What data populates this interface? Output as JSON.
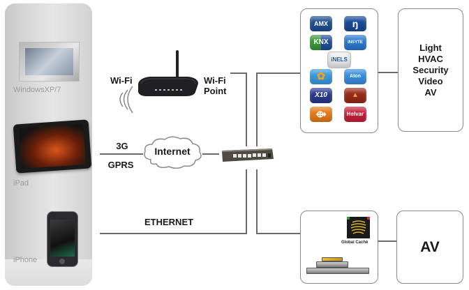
{
  "devices": {
    "windows_label": "WindowsXP/7",
    "ipad_label": "iPad",
    "iphone_label": "iPhone"
  },
  "connections": {
    "wifi_label": "Wi-Fi",
    "wifi_point_label_line1": "Wi-Fi",
    "wifi_point_label_line2": "Point",
    "mobile_label_line1": "3G",
    "mobile_label_line2": "GPRS",
    "internet_label": "Internet",
    "ethernet_label": "ETHERNET"
  },
  "logos": [
    {
      "name": "AMX",
      "text": "AMX",
      "color": "#1f4f8f"
    },
    {
      "name": "Lutron-style",
      "text": "ŋ",
      "color": "#1a4a9a"
    },
    {
      "name": "KNX",
      "text": "KNX",
      "color": "#2f8a3a"
    },
    {
      "name": "INSYTE",
      "text": "INSYTE",
      "color": "#2a7ad0"
    },
    {
      "name": "iNELS",
      "text": "iNELS",
      "color": "#e8e8e8"
    },
    {
      "name": "Flower",
      "text": "✿",
      "color": "#3a9ae0"
    },
    {
      "name": "Aton",
      "text": "Aton",
      "color": "#3a8ee0"
    },
    {
      "name": "X10",
      "text": "X10",
      "color": "#2a3a8f"
    },
    {
      "name": "Roof",
      "text": "▲",
      "color": "#9a2a1a"
    },
    {
      "name": "Orange",
      "text": "⟴",
      "color": "#e87a1a"
    },
    {
      "name": "Helvar",
      "text": "Helvar",
      "color": "#c8203a"
    }
  ],
  "systems": {
    "items": [
      "Light",
      "HVAC",
      "Security",
      "Video",
      "AV"
    ]
  },
  "global_cache": {
    "caption": "Global Caché"
  },
  "av_box": {
    "label": "AV"
  }
}
